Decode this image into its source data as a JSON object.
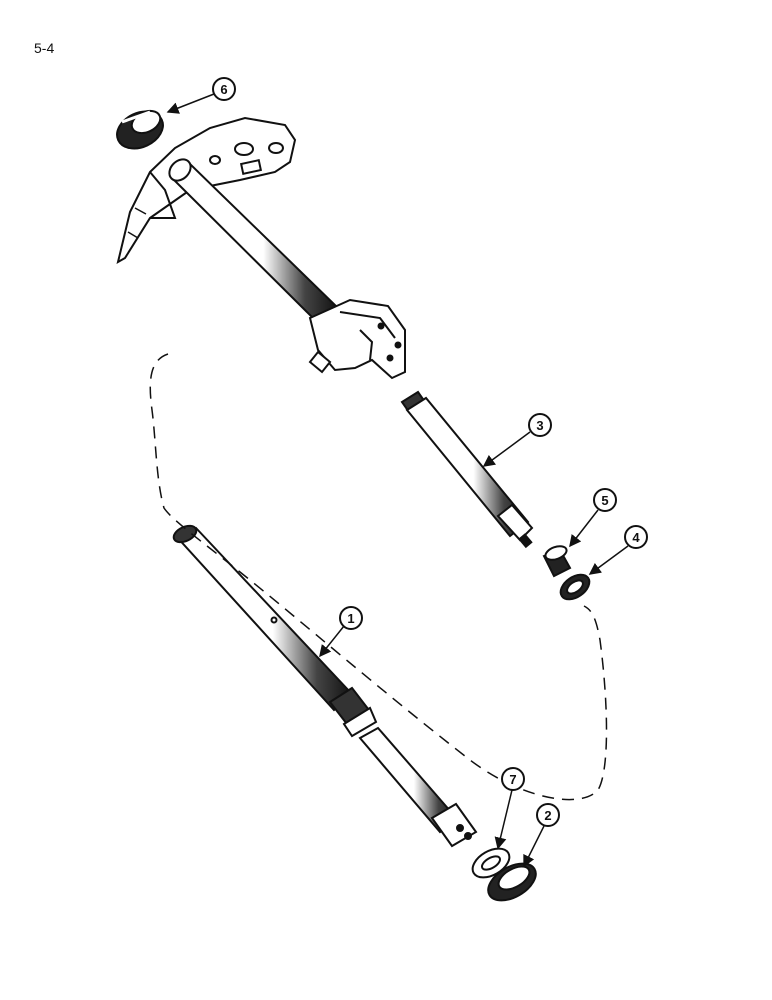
{
  "page": {
    "number": "5-4"
  },
  "callouts": [
    {
      "id": "1",
      "label": "1"
    },
    {
      "id": "2",
      "label": "2"
    },
    {
      "id": "3",
      "label": "3"
    },
    {
      "id": "4",
      "label": "4"
    },
    {
      "id": "5",
      "label": "5"
    },
    {
      "id": "6",
      "label": "6"
    },
    {
      "id": "7",
      "label": "7"
    }
  ]
}
